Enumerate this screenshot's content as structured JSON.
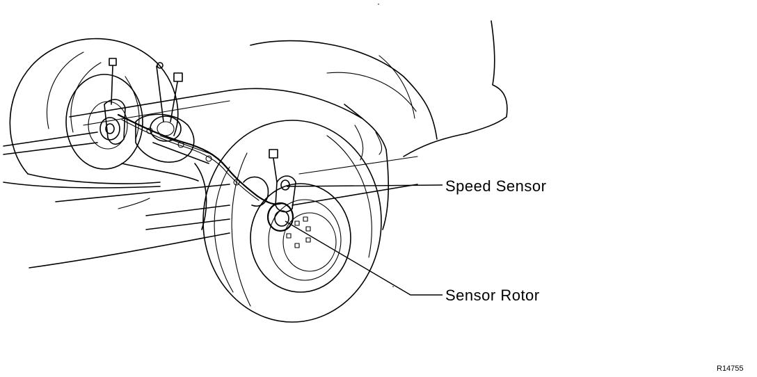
{
  "labels": {
    "speed_sensor": "Speed Sensor",
    "sensor_rotor": "Sensor Rotor"
  },
  "figure_code": "R14755",
  "colors": {
    "line": "#000000",
    "background": "#ffffff"
  }
}
